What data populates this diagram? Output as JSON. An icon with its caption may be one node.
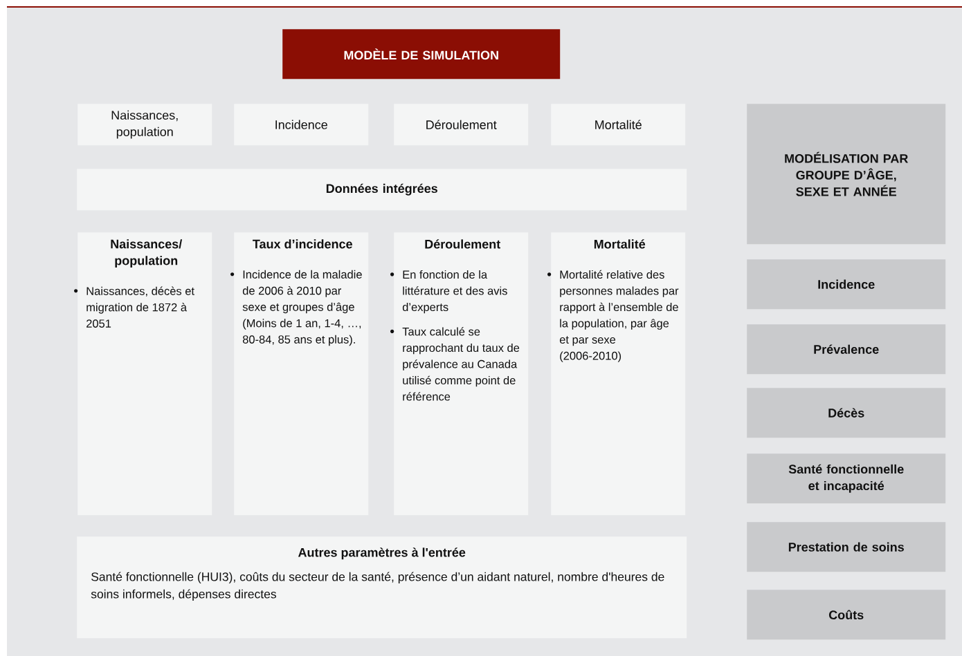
{
  "diagram": {
    "nodes": [
      {
        "text": [
          "MODÈLE DE SIMULATION"
        ]
      },
      {
        "text": [
          "Naissances, population"
        ]
      },
      {
        "text": [
          "Incidence"
        ]
      },
      {
        "text": [
          "Déroulement"
        ]
      },
      {
        "text": [
          "Mortalité"
        ]
      },
      {
        "text": [
          "Données intégrées"
        ]
      },
      {
        "text": [
          "Naissances/ population",
          "Naissances, décès et migration de 1872 à 2051"
        ]
      },
      {
        "text": [
          "Taux d’incidence",
          "Incidence de la maladie de 2006 à 2010 par sexe et groupes d’âge (Moins de 1 an, 1-4, …, 80-84, 85 ans et plus)."
        ]
      },
      {
        "text": [
          "Déroulement",
          "En fonction de la littérature et des avis d’experts",
          "Taux calculé se rapprochant du taux de prévalence au Canada utilisé comme point de référence"
        ]
      },
      {
        "text": [
          "Mortalité",
          "Mortalité relative des personnes malades par rapport à l’ensemble de la population, par âge et par sexe (2006-2010)"
        ]
      },
      {
        "text": [
          "Autres paramètres à l'entrée",
          "Santé fonctionnelle (HUI3), coûts du secteur de la santé, présence d’un aidant naturel, nombre d'heures de soins informels, dépenses directes"
        ]
      },
      {
        "text": [
          "MODÉLISATION PAR GROUPE D’ÂGE, SEXE ET ANNÉE"
        ]
      },
      {
        "text": [
          "Incidence"
        ]
      },
      {
        "text": [
          "Prévalence"
        ]
      },
      {
        "text": [
          "Décès"
        ]
      },
      {
        "text": [
          "Santé fonctionnelle et incapacité"
        ]
      },
      {
        "text": [
          "Prestation de soins"
        ]
      },
      {
        "text": [
          "Coûts"
        ]
      }
    ]
  }
}
